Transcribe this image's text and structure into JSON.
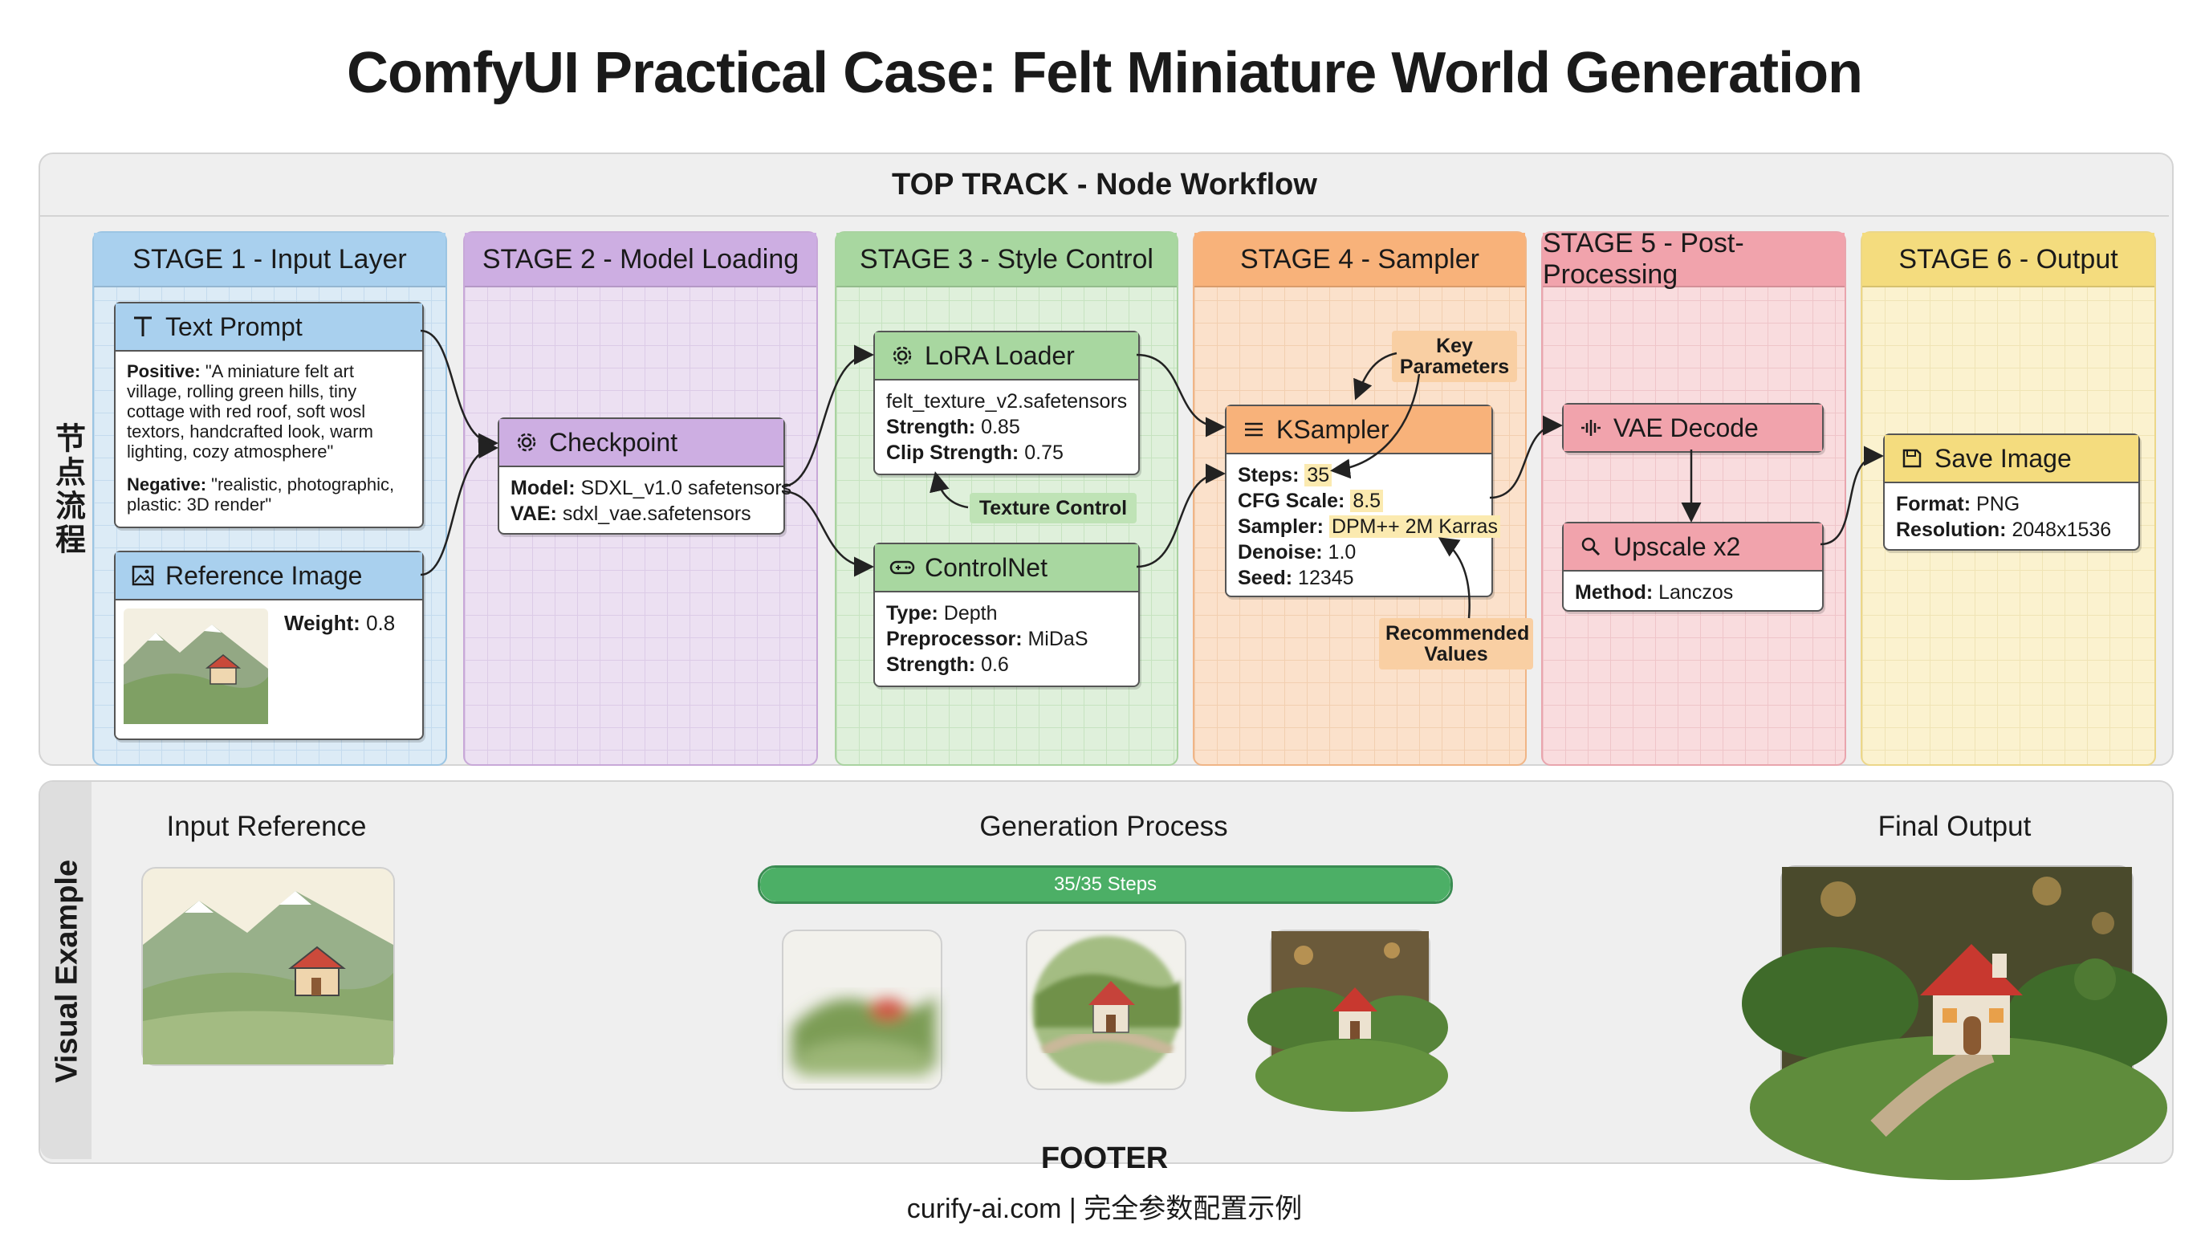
{
  "title": "ComfyUI Practical Case: Felt Miniature World Generation",
  "top_track": {
    "header": "TOP TRACK - Node Workflow",
    "side_label": "节点流程"
  },
  "stages": [
    {
      "title": "STAGE 1 - Input Layer",
      "color": "#a9d0ee"
    },
    {
      "title": "STAGE 2 - Model Loading",
      "color": "#cdaee2"
    },
    {
      "title": "STAGE 3 - Style Control",
      "color": "#a8d7a0"
    },
    {
      "title": "STAGE 4 - Sampler",
      "color": "#f8b27a"
    },
    {
      "title": "STAGE 5 - Post-Processing",
      "color": "#f1a3ac"
    },
    {
      "title": "STAGE 6 - Output",
      "color": "#f4dc7e"
    }
  ],
  "nodes": {
    "text_prompt": {
      "title": "Text Prompt",
      "icon": "text-icon",
      "positive_label": "Positive:",
      "positive_value": "\"A miniature felt art village, rolling green hills, tiny cottage with red roof, soft wosl textors, handcrafted look, warm lighting, cozy atmosphere\"",
      "negative_label": "Negative:",
      "negative_value": "\"realistic, photographic, plastic: 3D render\""
    },
    "reference_image": {
      "title": "Reference Image",
      "icon": "image-icon",
      "weight_label": "Weight:",
      "weight_value": "0.8"
    },
    "checkpoint": {
      "title": "Checkpoint",
      "icon": "gear-icon",
      "model_label": "Model:",
      "model_value": "SDXL_v1.0 safetensors",
      "vae_label": "VAE:",
      "vae_value": "sdxl_vae.safetensors"
    },
    "lora_loader": {
      "title": "LoRA Loader",
      "icon": "gear-icon",
      "file": "felt_texture_v2.safetensors",
      "strength_label": "Strength:",
      "strength_value": "0.85",
      "clip_label": "Clip Strength:",
      "clip_value": "0.75"
    },
    "controlnet": {
      "title": "ControlNet",
      "icon": "gamepad-icon",
      "type_label": "Type:",
      "type_value": "Depth",
      "pre_label": "Preprocessor:",
      "pre_value": "MiDaS",
      "strength_label": "Strength:",
      "strength_value": "0.6"
    },
    "ksampler": {
      "title": "KSampler",
      "icon": "menu-icon",
      "steps_label": "Steps:",
      "steps_value": "35",
      "cfg_label": "CFG Scale:",
      "cfg_value": "8.5",
      "sampler_label": "Sampler:",
      "sampler_value": "DPM++ 2M Karras",
      "denoise_label": "Denoise:",
      "denoise_value": "1.0",
      "seed_label": "Seed:",
      "seed_value": "12345"
    },
    "vae_decode": {
      "title": "VAE Decode",
      "icon": "audio-wave-icon"
    },
    "upscale": {
      "title": "Upscale x2",
      "icon": "search-icon",
      "method_label": "Method:",
      "method_value": "Lanczos"
    },
    "save_image": {
      "title": "Save Image",
      "icon": "save-icon",
      "format_label": "Format:",
      "format_value": "PNG",
      "res_label": "Resolution:",
      "res_value": "2048x1536"
    }
  },
  "callouts": {
    "texture_control": "Texture Control",
    "key_parameters_1": "Key",
    "key_parameters_2": "Parameters",
    "recommended_1": "Recommended",
    "recommended_2": "Values"
  },
  "visual": {
    "side_label": "Visual Example",
    "input_title": "Input Reference",
    "process_title": "Generation Process",
    "output_title": "Final Output",
    "progress_label": "35/35 Steps",
    "progress_fraction": 1.0
  },
  "footer": {
    "title": "FOOTER",
    "text": "curify-ai.com | 完全参数配置示例"
  }
}
